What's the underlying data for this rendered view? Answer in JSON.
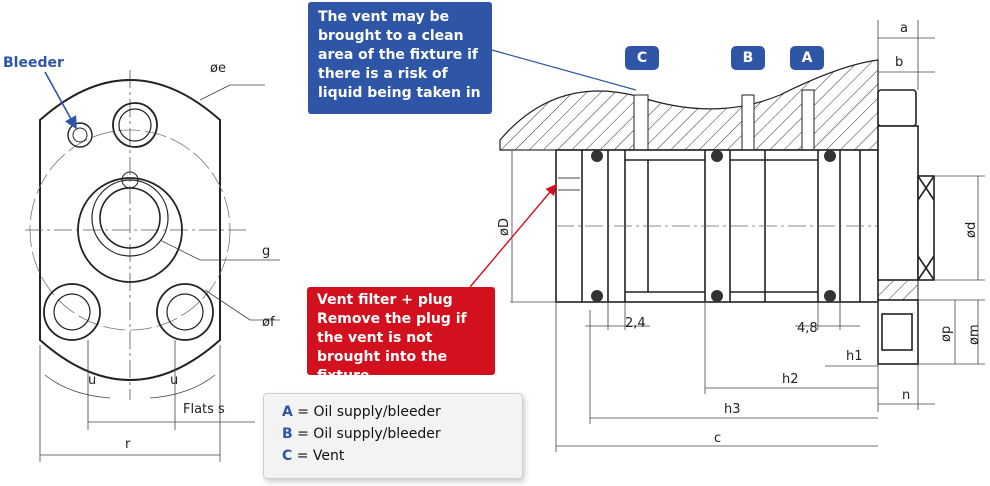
{
  "callouts": {
    "vent_note": "The vent may be brought to a clean area of the fixture if there is a risk of liquid being taken in",
    "vent_filter_title": "Vent filter + plug",
    "vent_filter_note": "Remove the plug if the vent is not brought into the fixture"
  },
  "labels": {
    "bleeder": "Bleeder",
    "badge_c": "C",
    "badge_b": "B",
    "badge_a": "A"
  },
  "dimensions": {
    "oe": "øe",
    "g": "g",
    "of": "øf",
    "u_left": "u",
    "u_right": "u",
    "flats": "Flats s",
    "r": "r",
    "a": "a",
    "b": "b",
    "oD": "øD",
    "od": "ød",
    "op": "øp",
    "om": "øm",
    "v24": "2,4",
    "v48": "4,8",
    "h1": "h1",
    "h2": "h2",
    "h3": "h3",
    "c": "c",
    "n": "n"
  },
  "legend": {
    "items": [
      {
        "key": "A",
        "text": " = Oil supply/bleeder"
      },
      {
        "key": "B",
        "text": " = Oil supply/bleeder"
      },
      {
        "key": "C",
        "text": " = Vent"
      }
    ]
  },
  "colors": {
    "accent_blue": "#2f56a6",
    "accent_red": "#d3101d",
    "line": "#222222"
  }
}
